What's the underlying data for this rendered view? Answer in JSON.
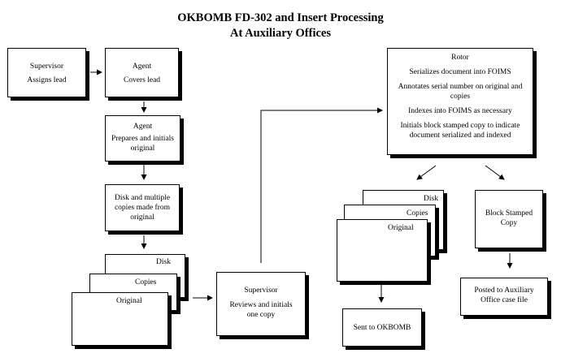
{
  "diagram": {
    "title_line1": "OKBOMB FD-302 and Insert Processing",
    "title_line2": "At Auxiliary Offices",
    "nodes": {
      "supervisor_assigns": {
        "title": "Supervisor",
        "text": "Assigns lead"
      },
      "agent_covers": {
        "title": "Agent",
        "text": "Covers lead"
      },
      "agent_prepares": {
        "title": "Agent",
        "text": "Prepares and initials original"
      },
      "disk_copies": {
        "text": "Disk and multiple copies made from original"
      },
      "stack_left": {
        "disk": "Disk",
        "copies": "Copies",
        "original": "Original"
      },
      "supervisor_reviews": {
        "title": "Supervisor",
        "text": "Reviews and initials one copy"
      },
      "rotor": {
        "title": "Rotor",
        "line1": "Serializes document into FOIMS",
        "line2": "Annotates serial number on original and copies",
        "line3": "Indexes into FOIMS as necessary",
        "line4": "Initials block stamped copy to indicate document serialized and indexed"
      },
      "stack_right": {
        "disk": "Disk",
        "copies": "Copies",
        "original": "Original"
      },
      "block_stamped": {
        "text": "Block Stamped Copy"
      },
      "sent_okbomb": {
        "text": "Sent to OKBOMB"
      },
      "posted_aux": {
        "text": "Posted to Auxiliary Office case file"
      }
    }
  }
}
